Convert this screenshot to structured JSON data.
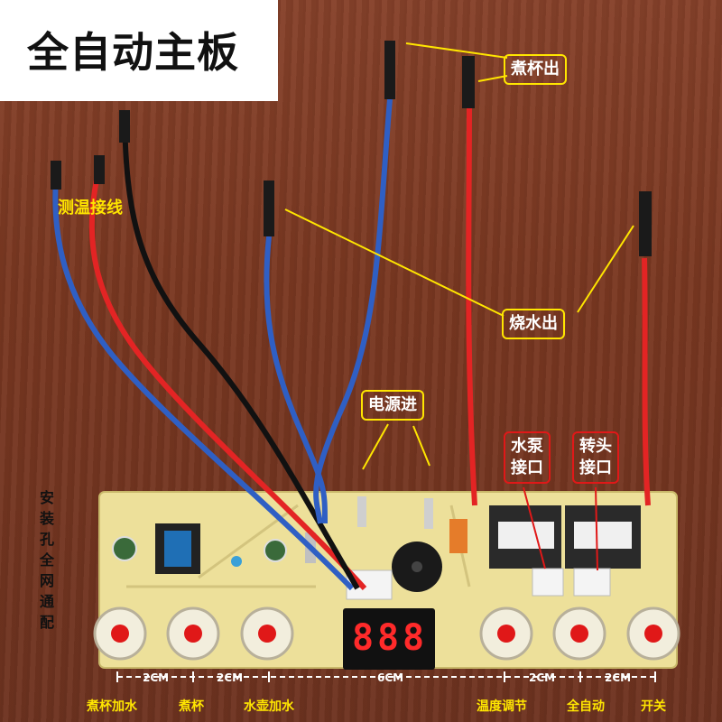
{
  "title": "全自动主板",
  "labels": {
    "temp_wires": "测温接线",
    "cup_out": "煮杯出",
    "boil_out": "烧水出",
    "power_in": "电源进",
    "pump_port": [
      "水泵",
      "接口"
    ],
    "turn_port": [
      "转头",
      "接口"
    ]
  },
  "side_text": "安装孔全网通配",
  "dimensions": [
    "2CM",
    "2CM",
    "6CM",
    "2CM",
    "2CM"
  ],
  "buttons_bottom": [
    "煮杯加水",
    "煮杯",
    "水壶加水",
    "温度调节",
    "全自动",
    "开关"
  ],
  "display_digits": [
    "8",
    "8",
    "8"
  ],
  "colors": {
    "annotation_yellow": "#ffe600",
    "annotation_red": "#e01818",
    "pcb": "#ede09a",
    "wood": "#7a3821"
  }
}
